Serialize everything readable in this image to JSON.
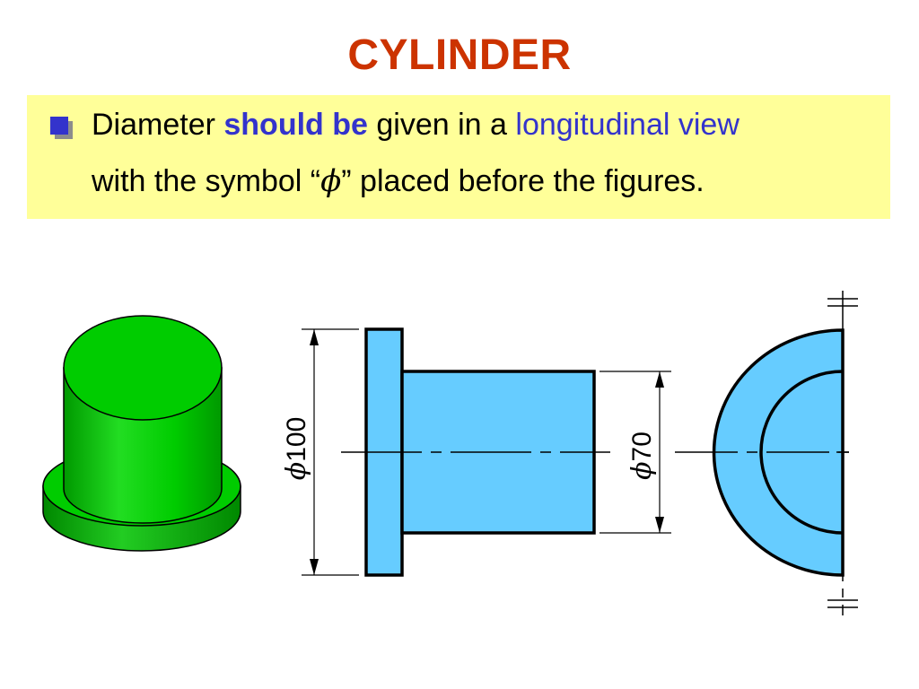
{
  "title": "CYLINDER",
  "note": {
    "line1": {
      "part1": "Diameter ",
      "highlight_bold": "should be",
      "part2": " given in a ",
      "highlight": "longitudinal view"
    },
    "line2": {
      "part1": "with the symbol “",
      "symbol": "ϕ",
      "part2": "” placed before the figures."
    }
  },
  "drawing": {
    "flange_dimension": {
      "symbol": "ϕ",
      "value": "100"
    },
    "body_dimension": {
      "symbol": "ϕ",
      "value": "70"
    }
  },
  "colors": {
    "title": "#cc3300",
    "highlight": "#3333cc",
    "note_background": "#ffff99",
    "part_fill": "#66ccff",
    "iso_green": "#00cc00"
  }
}
